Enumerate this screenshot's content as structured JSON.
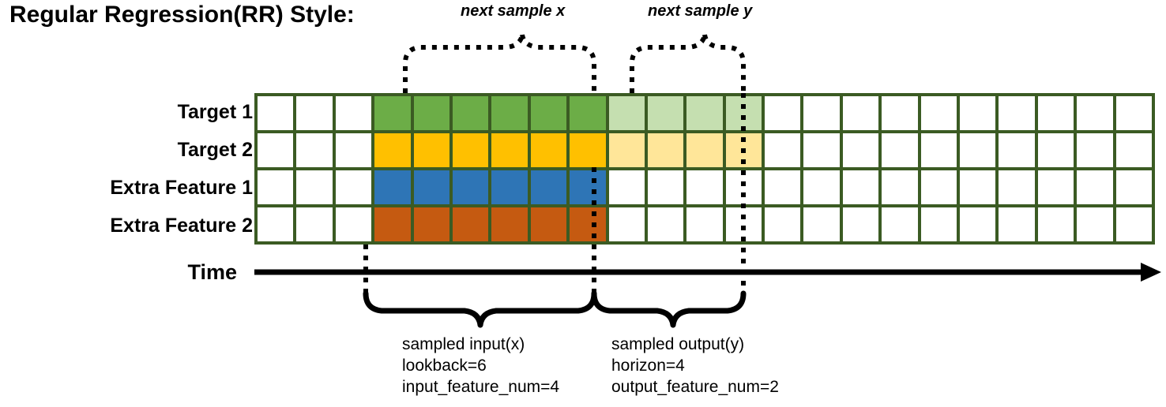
{
  "title": "Regular Regression(RR) Style:",
  "top_captions": {
    "next_sample_x": "next sample x",
    "next_sample_y": "next sample y"
  },
  "row_labels": [
    "Target 1",
    "Target 2",
    "Extra Feature 1",
    "Extra Feature 2"
  ],
  "axis": {
    "time_label": "Time",
    "arrow_direction": "right"
  },
  "annotations": {
    "input": {
      "name": "sampled input(x)",
      "lookback": "lookback=6",
      "feature_num": "input_feature_num=4"
    },
    "output": {
      "name": "sampled output(y)",
      "horizon": "horizon=4",
      "feature_num": "output_feature_num=2"
    }
  },
  "grid": {
    "columns": 23,
    "rows": 4,
    "leading_blank_columns": 3,
    "input_columns": 6,
    "output_columns": 4,
    "trailing_blank_columns": 10,
    "row_fill": [
      [
        "blank",
        "blank",
        "blank",
        "green",
        "green",
        "green",
        "green",
        "green",
        "green",
        "green-light",
        "green-light",
        "green-light",
        "green-light",
        "blank",
        "blank",
        "blank",
        "blank",
        "blank",
        "blank",
        "blank",
        "blank",
        "blank",
        "blank"
      ],
      [
        "blank",
        "blank",
        "blank",
        "amber",
        "amber",
        "amber",
        "amber",
        "amber",
        "amber",
        "amber-light",
        "amber-light",
        "amber-light",
        "amber-light",
        "blank",
        "blank",
        "blank",
        "blank",
        "blank",
        "blank",
        "blank",
        "blank",
        "blank",
        "blank"
      ],
      [
        "blank",
        "blank",
        "blank",
        "blue",
        "blue",
        "blue",
        "blue",
        "blue",
        "blue",
        "blank",
        "blank",
        "blank",
        "blank",
        "blank",
        "blank",
        "blank",
        "blank",
        "blank",
        "blank",
        "blank",
        "blank",
        "blank",
        "blank"
      ],
      [
        "blank",
        "blank",
        "blank",
        "orange",
        "orange",
        "orange",
        "orange",
        "orange",
        "orange",
        "blank",
        "blank",
        "blank",
        "blank",
        "blank",
        "blank",
        "blank",
        "blank",
        "blank",
        "blank",
        "blank",
        "blank",
        "blank",
        "blank"
      ]
    ]
  },
  "colors": {
    "border": "#3B5B23",
    "green": "#6CAD47",
    "green_light": "#C5DFB0",
    "amber": "#FFC000",
    "amber_light": "#FFE699",
    "blue": "#2E75B6",
    "orange": "#C55A11",
    "blank": "#FFFFFF",
    "line": "#000000"
  }
}
